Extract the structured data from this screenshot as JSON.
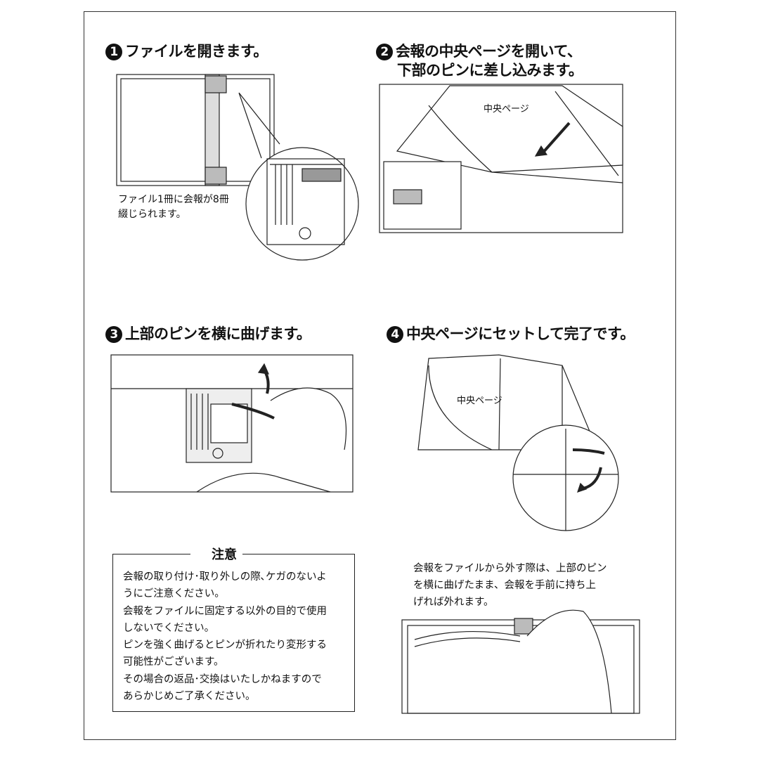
{
  "steps": [
    {
      "number": "1",
      "title": "ファイルを開きます。"
    },
    {
      "number": "2",
      "title_line1": "会報の中央ページを開いて、",
      "title_line2": "下部のピンに差し込みます。"
    },
    {
      "number": "3",
      "title": "上部のピンを横に曲げます。"
    },
    {
      "number": "4",
      "title": "中央ページにセットして完了です。"
    }
  ],
  "step1_caption": [
    "ファイル1冊に会報が8冊",
    "綴じられます。"
  ],
  "step2_label": "中央ページ",
  "step4_label": "中央ページ",
  "caution": {
    "title": "注意",
    "icon": "warning-triangle-icon",
    "lines": [
      "会報の取り付け･取り外しの際､ケガのないよ",
      "うにご注意ください。",
      "会報をファイルに固定する以外の目的で使用",
      "しないでください。",
      "ピンを強く曲げるとピンが折れたり変形する",
      "可能性がございます。",
      "その場合の返品･交換はいたしかねますので",
      "あらかじめご了承ください。"
    ]
  },
  "removal_note": [
    "会報をファイルから外す際は、上部のピン",
    "を横に曲げたまま、会報を手前に持ち上",
    "げれば外れます。"
  ]
}
